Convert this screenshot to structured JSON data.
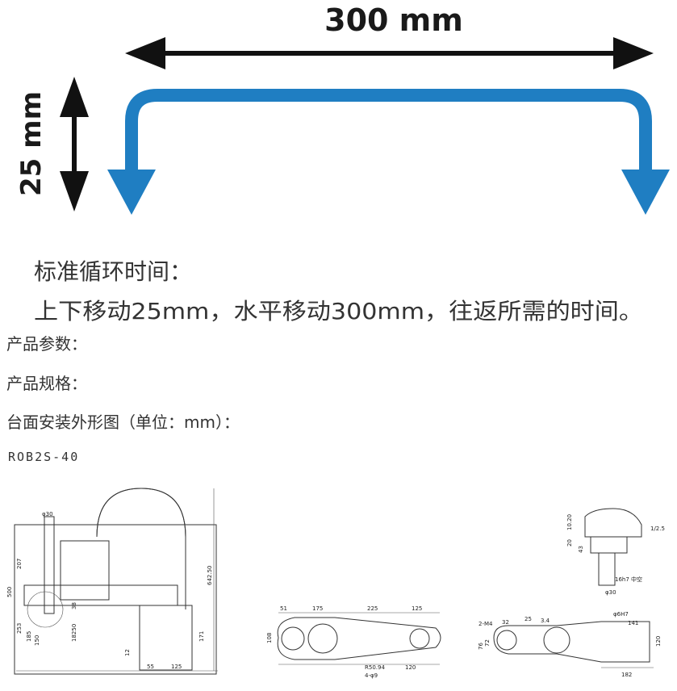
{
  "diagram": {
    "horizontal_label": "300 mm",
    "vertical_label": "25 mm",
    "caption_line1": "标准循环时间：",
    "caption_line2": "上下移动25mm，水平移动300mm，往返所需的时间。",
    "colors": {
      "arrow_blue": "#1f7ec2",
      "dimension_black": "#111111"
    }
  },
  "headings": {
    "product_params": "产品参数：",
    "product_specs": "产品规格：",
    "install_drawing": "台面安装外形图（单位：mm）："
  },
  "model": "ROB2S-40",
  "drawing_dims": {
    "side": [
      "φ30",
      "207",
      "500",
      "253",
      "185",
      "150",
      "38",
      "18250",
      "642.50",
      "171",
      "12",
      "55",
      "125"
    ],
    "top": [
      "51",
      "175",
      "225",
      "125",
      "108",
      "R50.94",
      "4-φ9",
      "120"
    ],
    "detail": [
      "10.20",
      "20",
      "43",
      "1/2.5",
      "16h7 中空",
      "φ30",
      "2-M4",
      "32",
      "25",
      "3.4",
      "φ6H7",
      "141",
      "76",
      "72",
      "120",
      "182"
    ]
  }
}
